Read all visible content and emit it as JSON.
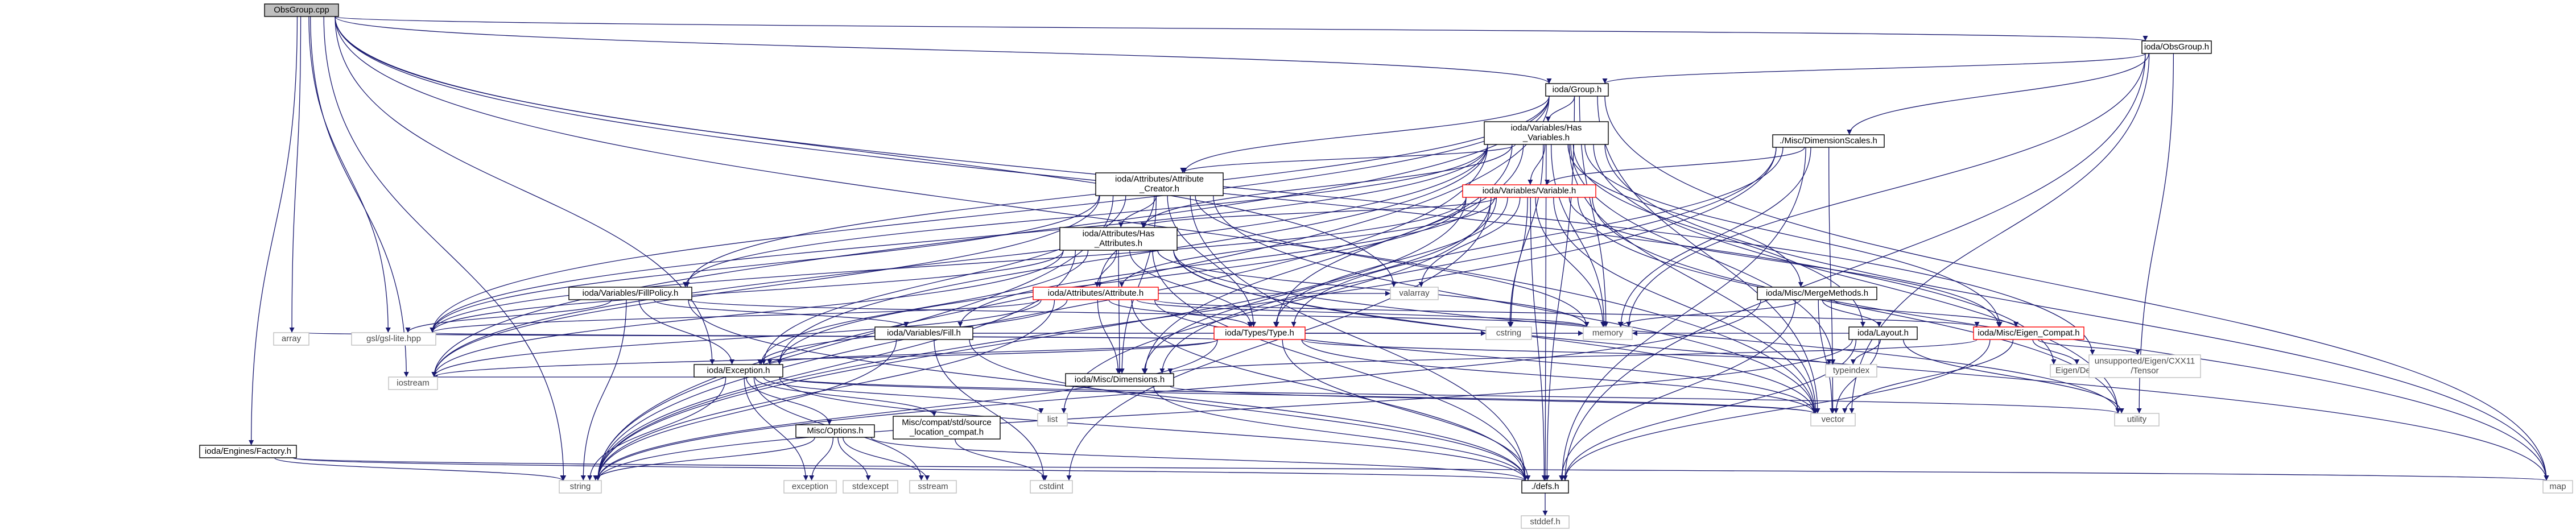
{
  "colors": {
    "edge": "#191970",
    "text": "#000000",
    "node_border": "#000000",
    "node_fill": "#ffffff",
    "root_fill": "#bfbfbf",
    "missing_border": "#bfbfbf",
    "missing_text": "#4a4a4a",
    "truncated_border": "#ff0000"
  },
  "nodes": [
    {
      "id": "root",
      "lines": [
        "ObsGroup.cpp"
      ],
      "kind": "root"
    },
    {
      "id": "obsgroup_h",
      "lines": [
        "ioda/ObsGroup.h"
      ],
      "kind": "normal"
    },
    {
      "id": "group_h",
      "lines": [
        "ioda/Group.h"
      ],
      "kind": "normal"
    },
    {
      "id": "dimscales",
      "lines": [
        "./Misc/DimensionScales.h"
      ],
      "kind": "normal"
    },
    {
      "id": "hasvars",
      "lines": [
        "ioda/Variables/Has",
        "_Variables.h"
      ],
      "kind": "normal"
    },
    {
      "id": "attrcreator",
      "lines": [
        "ioda/Attributes/Attribute",
        "_Creator.h"
      ],
      "kind": "normal"
    },
    {
      "id": "variable",
      "lines": [
        "ioda/Variables/Variable.h"
      ],
      "kind": "truncated"
    },
    {
      "id": "hasattrs",
      "lines": [
        "ioda/Attributes/Has",
        "_Attributes.h"
      ],
      "kind": "normal"
    },
    {
      "id": "fillpolicy",
      "lines": [
        "ioda/Variables/FillPolicy.h"
      ],
      "kind": "normal"
    },
    {
      "id": "attribute",
      "lines": [
        "ioda/Attributes/Attribute.h"
      ],
      "kind": "truncated"
    },
    {
      "id": "mergemethods",
      "lines": [
        "ioda/Misc/MergeMethods.h"
      ],
      "kind": "normal"
    },
    {
      "id": "fill",
      "lines": [
        "ioda/Variables/Fill.h"
      ],
      "kind": "normal"
    },
    {
      "id": "type",
      "lines": [
        "ioda/Types/Type.h"
      ],
      "kind": "truncated"
    },
    {
      "id": "layout",
      "lines": [
        "ioda/Layout.h"
      ],
      "kind": "normal"
    },
    {
      "id": "eigencompat",
      "lines": [
        "ioda/Misc/Eigen_Compat.h"
      ],
      "kind": "truncated"
    },
    {
      "id": "exception",
      "lines": [
        "ioda/Exception.h"
      ],
      "kind": "normal"
    },
    {
      "id": "dimensions",
      "lines": [
        "ioda/Misc/Dimensions.h"
      ],
      "kind": "normal"
    },
    {
      "id": "factory",
      "lines": [
        "ioda/Engines/Factory.h"
      ],
      "kind": "normal"
    },
    {
      "id": "options",
      "lines": [
        "Misc/Options.h"
      ],
      "kind": "normal"
    },
    {
      "id": "srcloc",
      "lines": [
        "Misc/compat/std/source",
        "_location_compat.h"
      ],
      "kind": "normal"
    },
    {
      "id": "defs",
      "lines": [
        "./defs.h"
      ],
      "kind": "normal"
    },
    {
      "id": "gsl",
      "lines": [
        "gsl/gsl-lite.hpp"
      ],
      "kind": "missing"
    },
    {
      "id": "array",
      "lines": [
        "array"
      ],
      "kind": "missing"
    },
    {
      "id": "iostream",
      "lines": [
        "iostream"
      ],
      "kind": "missing"
    },
    {
      "id": "string",
      "lines": [
        "string"
      ],
      "kind": "missing"
    },
    {
      "id": "valarray",
      "lines": [
        "valarray"
      ],
      "kind": "missing"
    },
    {
      "id": "cstring",
      "lines": [
        "cstring"
      ],
      "kind": "missing"
    },
    {
      "id": "memory",
      "lines": [
        "memory"
      ],
      "kind": "missing"
    },
    {
      "id": "typeindex",
      "lines": [
        "typeindex"
      ],
      "kind": "missing"
    },
    {
      "id": "eigendense",
      "lines": [
        "Eigen/Dense"
      ],
      "kind": "missing"
    },
    {
      "id": "tensor",
      "lines": [
        "unsupported/Eigen/CXX11",
        "/Tensor"
      ],
      "kind": "missing"
    },
    {
      "id": "vector",
      "lines": [
        "vector"
      ],
      "kind": "missing"
    },
    {
      "id": "utility",
      "lines": [
        "utility"
      ],
      "kind": "missing"
    },
    {
      "id": "list",
      "lines": [
        "list"
      ],
      "kind": "missing"
    },
    {
      "id": "exceptionstd",
      "lines": [
        "exception"
      ],
      "kind": "missing"
    },
    {
      "id": "stdexcept",
      "lines": [
        "stdexcept"
      ],
      "kind": "missing"
    },
    {
      "id": "sstream",
      "lines": [
        "sstream"
      ],
      "kind": "missing"
    },
    {
      "id": "cstdint",
      "lines": [
        "cstdint"
      ],
      "kind": "missing"
    },
    {
      "id": "map",
      "lines": [
        "map"
      ],
      "kind": "missing"
    },
    {
      "id": "stddef",
      "lines": [
        "stddef.h"
      ],
      "kind": "missing"
    }
  ],
  "edges": [
    [
      "root",
      "obsgroup_h"
    ],
    [
      "root",
      "group_h"
    ],
    [
      "root",
      "exception"
    ],
    [
      "root",
      "factory"
    ],
    [
      "root",
      "string"
    ],
    [
      "root",
      "iostream"
    ],
    [
      "root",
      "array"
    ],
    [
      "root",
      "gsl"
    ],
    [
      "root",
      "vector"
    ],
    [
      "root",
      "valarray"
    ],
    [
      "root",
      "tensor"
    ],
    [
      "root",
      "eigendense"
    ],
    [
      "obsgroup_h",
      "group_h"
    ],
    [
      "obsgroup_h",
      "dimscales"
    ],
    [
      "obsgroup_h",
      "defs"
    ],
    [
      "obsgroup_h",
      "vector"
    ],
    [
      "obsgroup_h",
      "utility"
    ],
    [
      "obsgroup_h",
      "memory"
    ],
    [
      "group_h",
      "hasvars"
    ],
    [
      "group_h",
      "attrcreator"
    ],
    [
      "group_h",
      "fillpolicy"
    ],
    [
      "group_h",
      "defs"
    ],
    [
      "group_h",
      "string"
    ],
    [
      "group_h",
      "memory"
    ],
    [
      "group_h",
      "map"
    ],
    [
      "group_h",
      "gsl"
    ],
    [
      "group_h",
      "vector"
    ],
    [
      "group_h",
      "iostream"
    ],
    [
      "dimscales",
      "type"
    ],
    [
      "dimscales",
      "variable"
    ],
    [
      "dimscales",
      "defs"
    ],
    [
      "dimscales",
      "memory"
    ],
    [
      "dimscales",
      "string"
    ],
    [
      "dimscales",
      "vector"
    ],
    [
      "dimscales",
      "dimensions"
    ],
    [
      "hasvars",
      "attrcreator"
    ],
    [
      "hasvars",
      "variable"
    ],
    [
      "hasvars",
      "hasattrs"
    ],
    [
      "hasvars",
      "mergemethods"
    ],
    [
      "hasvars",
      "type"
    ],
    [
      "hasvars",
      "layout"
    ],
    [
      "hasvars",
      "eigencompat"
    ],
    [
      "hasvars",
      "exception"
    ],
    [
      "hasvars",
      "fillpolicy"
    ],
    [
      "hasvars",
      "defs"
    ],
    [
      "hasvars",
      "dimensions"
    ],
    [
      "hasvars",
      "memory"
    ],
    [
      "hasvars",
      "string"
    ],
    [
      "hasvars",
      "gsl"
    ],
    [
      "hasvars",
      "vector"
    ],
    [
      "hasvars",
      "map"
    ],
    [
      "hasvars",
      "cstring"
    ],
    [
      "hasvars",
      "iostream"
    ],
    [
      "hasvars",
      "typeindex"
    ],
    [
      "hasvars",
      "utility"
    ],
    [
      "attrcreator",
      "hasattrs"
    ],
    [
      "attrcreator",
      "attribute"
    ],
    [
      "attrcreator",
      "type"
    ],
    [
      "attrcreator",
      "dimensions"
    ],
    [
      "attrcreator",
      "defs"
    ],
    [
      "attrcreator",
      "exception"
    ],
    [
      "attrcreator",
      "vector"
    ],
    [
      "attrcreator",
      "string"
    ],
    [
      "attrcreator",
      "memory"
    ],
    [
      "attrcreator",
      "gsl"
    ],
    [
      "attrcreator",
      "iostream"
    ],
    [
      "variable",
      "hasattrs"
    ],
    [
      "variable",
      "attribute"
    ],
    [
      "variable",
      "fill"
    ],
    [
      "variable",
      "type"
    ],
    [
      "variable",
      "eigencompat"
    ],
    [
      "variable",
      "exception"
    ],
    [
      "variable",
      "dimensions"
    ],
    [
      "variable",
      "defs"
    ],
    [
      "variable",
      "memory"
    ],
    [
      "variable",
      "string"
    ],
    [
      "variable",
      "vector"
    ],
    [
      "variable",
      "gsl"
    ],
    [
      "variable",
      "cstring"
    ],
    [
      "variable",
      "valarray"
    ],
    [
      "variable",
      "list"
    ],
    [
      "variable",
      "utility"
    ],
    [
      "variable",
      "map"
    ],
    [
      "variable",
      "cstdint"
    ],
    [
      "hasattrs",
      "attribute"
    ],
    [
      "hasattrs",
      "type"
    ],
    [
      "hasattrs",
      "exception"
    ],
    [
      "hasattrs",
      "defs"
    ],
    [
      "hasattrs",
      "dimensions"
    ],
    [
      "hasattrs",
      "memory"
    ],
    [
      "hasattrs",
      "string"
    ],
    [
      "hasattrs",
      "vector"
    ],
    [
      "hasattrs",
      "gsl"
    ],
    [
      "hasattrs",
      "iostream"
    ],
    [
      "hasattrs",
      "utility"
    ],
    [
      "hasattrs",
      "map"
    ],
    [
      "fillpolicy",
      "fill"
    ],
    [
      "fillpolicy",
      "exception"
    ],
    [
      "fillpolicy",
      "defs"
    ],
    [
      "fillpolicy",
      "string"
    ],
    [
      "fillpolicy",
      "gsl"
    ],
    [
      "fillpolicy",
      "memory"
    ],
    [
      "attribute",
      "type"
    ],
    [
      "attribute",
      "eigencompat"
    ],
    [
      "attribute",
      "exception"
    ],
    [
      "attribute",
      "dimensions"
    ],
    [
      "attribute",
      "defs"
    ],
    [
      "attribute",
      "memory"
    ],
    [
      "attribute",
      "string"
    ],
    [
      "attribute",
      "vector"
    ],
    [
      "attribute",
      "gsl"
    ],
    [
      "attribute",
      "valarray"
    ],
    [
      "attribute",
      "iostream"
    ],
    [
      "mergemethods",
      "layout"
    ],
    [
      "mergemethods",
      "eigencompat"
    ],
    [
      "mergemethods",
      "defs"
    ],
    [
      "mergemethods",
      "memory"
    ],
    [
      "mergemethods",
      "vector"
    ],
    [
      "mergemethods",
      "string"
    ],
    [
      "fill",
      "defs"
    ],
    [
      "fill",
      "memory"
    ],
    [
      "fill",
      "string"
    ],
    [
      "fill",
      "cstring"
    ],
    [
      "fill",
      "cstdint"
    ],
    [
      "type",
      "exception"
    ],
    [
      "type",
      "defs"
    ],
    [
      "type",
      "memory"
    ],
    [
      "type",
      "string"
    ],
    [
      "type",
      "vector"
    ],
    [
      "type",
      "typeindex"
    ],
    [
      "type",
      "array"
    ],
    [
      "type",
      "cstring"
    ],
    [
      "type",
      "gsl"
    ],
    [
      "type",
      "iostream"
    ],
    [
      "layout",
      "defs"
    ],
    [
      "layout",
      "memory"
    ],
    [
      "layout",
      "vector"
    ],
    [
      "layout",
      "string"
    ],
    [
      "layout",
      "typeindex"
    ],
    [
      "layout",
      "utility"
    ],
    [
      "eigencompat",
      "eigendense"
    ],
    [
      "eigencompat",
      "tensor"
    ],
    [
      "eigencompat",
      "defs"
    ],
    [
      "eigencompat",
      "vector"
    ],
    [
      "eigencompat",
      "dimensions"
    ],
    [
      "exception",
      "options"
    ],
    [
      "exception",
      "srcloc"
    ],
    [
      "exception",
      "defs"
    ],
    [
      "exception",
      "exceptionstd"
    ],
    [
      "exception",
      "sstream"
    ],
    [
      "exception",
      "string"
    ],
    [
      "exception",
      "iostream"
    ],
    [
      "exception",
      "utility"
    ],
    [
      "exception",
      "vector"
    ],
    [
      "exception",
      "list"
    ],
    [
      "dimensions",
      "defs"
    ],
    [
      "dimensions",
      "vector"
    ],
    [
      "factory",
      "defs"
    ],
    [
      "factory",
      "string"
    ],
    [
      "factory",
      "map"
    ],
    [
      "options",
      "defs"
    ],
    [
      "options",
      "exceptionstd"
    ],
    [
      "options",
      "stdexcept"
    ],
    [
      "options",
      "sstream"
    ],
    [
      "options",
      "string"
    ],
    [
      "srcloc",
      "cstdint"
    ],
    [
      "defs",
      "stddef"
    ]
  ]
}
